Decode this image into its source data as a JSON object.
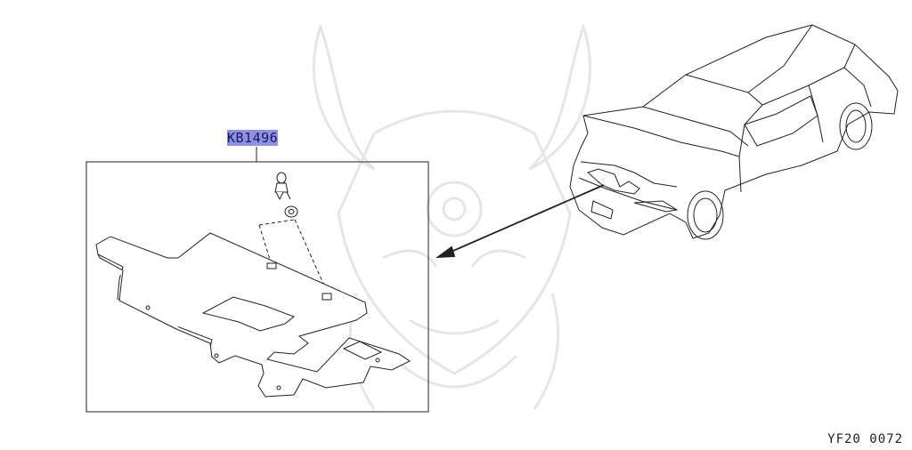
{
  "part_label": "KB1496",
  "diagram_code": "YF20 0072",
  "icons": [
    "watermark-samurai-mask",
    "clip-fastener",
    "washer",
    "splash-shield-plate",
    "car-outline"
  ],
  "colors": {
    "line": "#222222",
    "label_highlight": "#8f8fe6",
    "watermark": "#e8e8e8"
  }
}
